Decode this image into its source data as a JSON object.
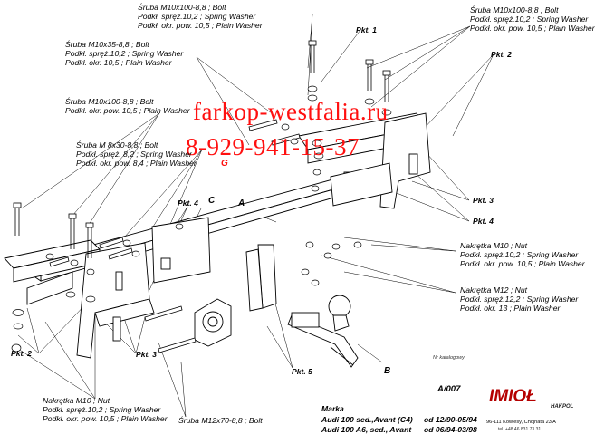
{
  "labels": {
    "bolt_m10x100_topleft": [
      "Śruba M10x100-8,8 ;  Bolt",
      "Podkł. spręż.10,2 ; Spring Washer",
      "Podkł. okr. pow. 10,5 ; Plain Washer"
    ],
    "bolt_m10x35": [
      "Śruba M10x35-8,8 ;  Bolt",
      "Podkł. spręż.10,2 ; Spring Washer",
      "Podkł. okr. 10,5 ; Plain Washer"
    ],
    "bolt_m10x100_left": [
      "Śruba M10x100-8,8 ;  Bolt",
      "Podkł. okr. pow. 10,5 ; Plain Washer"
    ],
    "bolt_m8x30": [
      "Śruba M 8x30-8,8 ;  Bolt",
      "Podkł. spręż. 8,2 ; Spring Washer",
      "Podkł. okr. pow. 8,4 ; Plain Washer"
    ],
    "bolt_m10x100_topright": [
      "Śruba M10x100-8,8 ;  Bolt",
      "Podkł. spręż.10,2 ; Spring Washer",
      "Podkł. okr. pow. 10,5 ; Plain Washer"
    ],
    "nut_m10_right": [
      "Nakrętka  M10 ; Nut",
      "Podkł. spręż.10,2 ; Spring Washer",
      "Podkł. okr. pow. 10,5 ; Plain Washer"
    ],
    "nut_m12_right": [
      "Nakrętka  M12 ; Nut",
      "Podkł. spręż.12,2 ; Spring Washer",
      "Podkł. okr. 13 ; Plain Washer"
    ],
    "nut_m10_bottom": [
      "Nakrętka  M10 ; Nut",
      "Podkł. spręż.10,2 ; Spring Washer",
      "Podkł. okr. pow. 10,5 ; Plain Washer"
    ],
    "bolt_m12x70": [
      "Śruba M12x70-8,8 ;  Bolt"
    ]
  },
  "points": {
    "pkt1": "Pkt. 1",
    "pkt2_top": "Pkt. 2",
    "pkt3_right": "Pkt. 3",
    "pkt4_right": "Pkt. 4",
    "pkt4_left": "Pkt. 4",
    "pkt2_bottom": "Pkt. 2",
    "pkt3_bottom": "Pkt. 3",
    "pkt5": "Pkt. 5"
  },
  "letters": {
    "a": "A",
    "b": "B",
    "c": "C",
    "g": "G"
  },
  "watermark": {
    "site": "farkop-westfalia.ru",
    "phone": "8-929-941-15-37",
    "color": "#ff1010"
  },
  "catalog": {
    "label": "Nr katalogowy",
    "number": "A/007"
  },
  "marka": {
    "title": "Marka",
    "rows": [
      {
        "model": "Audi 100 sed.,Avant (C4)",
        "years": "od 12/90-05/94"
      },
      {
        "model": "Audi 100 A6, sed., Avant",
        "years": "od 06/94-03/98"
      }
    ]
  },
  "brand": {
    "logo": "IMIOŁ",
    "logo_sub": "HAKPOL",
    "address": "96-111 Kowiesy, Chojnata 23 A",
    "tel": "tel. +48 46 831 73 31",
    "color": "#b50000"
  }
}
